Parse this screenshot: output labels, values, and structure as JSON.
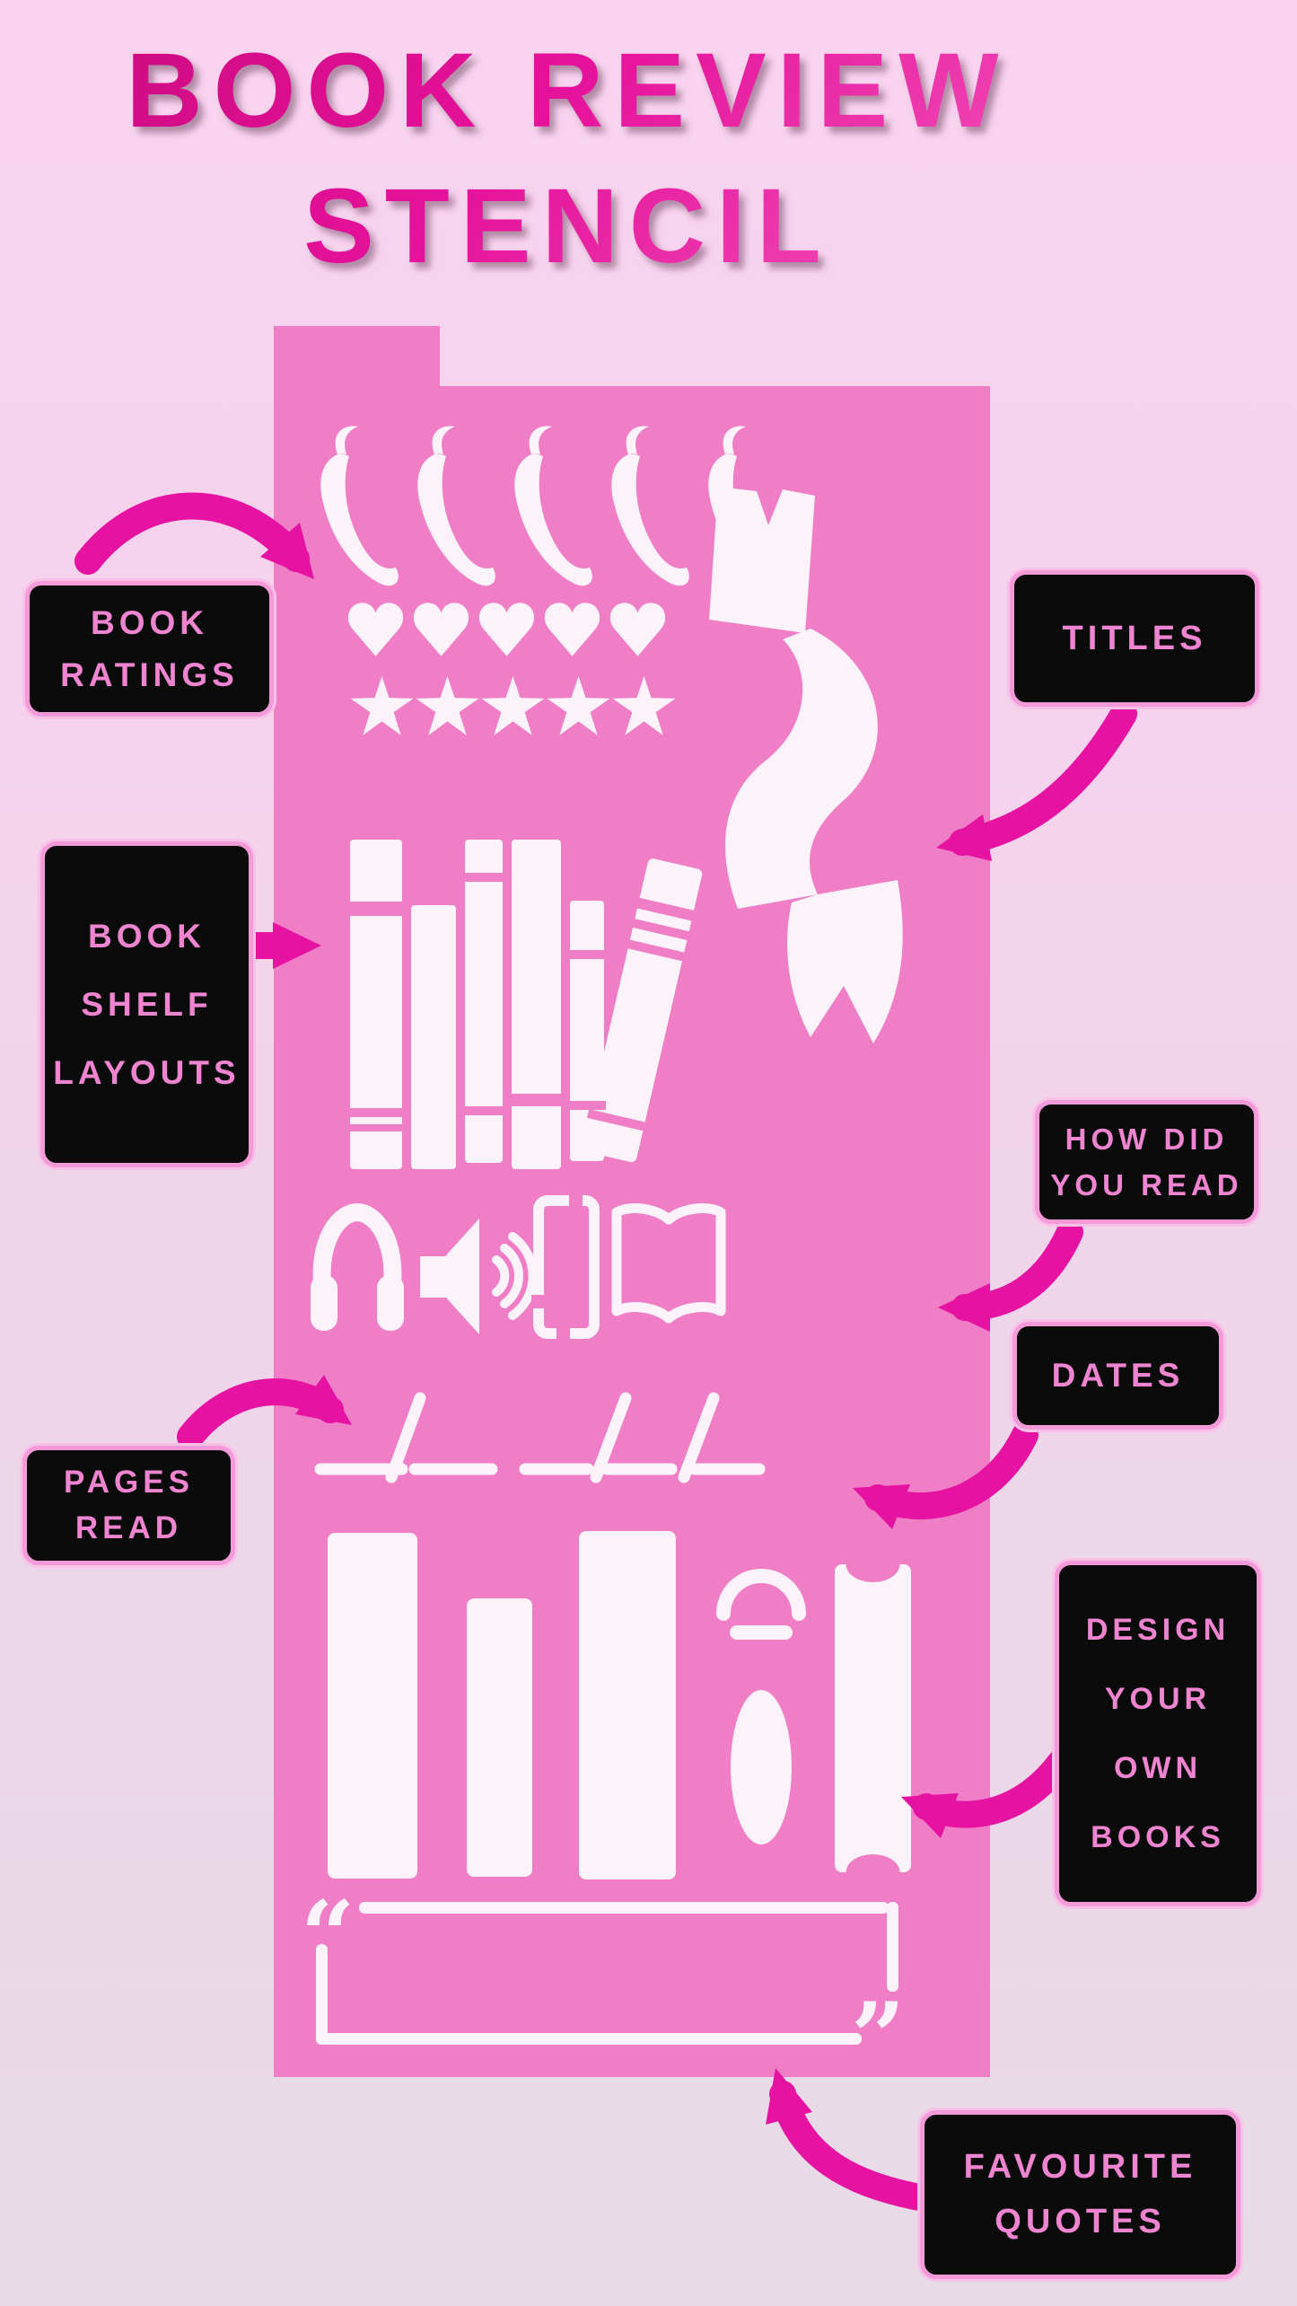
{
  "page": {
    "title_line1": "BOOK REVIEW",
    "title_line2": "STENCIL"
  },
  "labels": {
    "book_ratings": {
      "lines": [
        "BOOK",
        "RATINGS"
      ]
    },
    "titles": {
      "lines": [
        "TITLES"
      ]
    },
    "book_shelf_layouts": {
      "lines": [
        "BOOK",
        "SHELF",
        "LAYOUTS"
      ]
    },
    "how_did_you_read": {
      "lines": [
        "HOW DID",
        "YOU READ"
      ]
    },
    "pages_read": {
      "lines": [
        "PAGES",
        "READ"
      ]
    },
    "dates": {
      "lines": [
        "DATES"
      ]
    },
    "design_your_own_books": {
      "lines": [
        "DESIGN",
        "YOUR",
        "OWN",
        "BOOKS"
      ]
    },
    "favourite_quotes": {
      "lines": [
        "FAVOURITE",
        "QUOTES"
      ]
    }
  },
  "stencil": {
    "ratings": {
      "peppers": {
        "icon": "chili-pepper-icon",
        "count": 5
      },
      "hearts": {
        "icon": "heart-icon",
        "count": 5
      },
      "stars": {
        "icon": "star-icon",
        "count": 5
      }
    },
    "shapes": [
      "title-banner-ribbon",
      "bookshelf-spines",
      "tilted-book",
      "headphones-icon",
      "speaker-icon",
      "tablet-icon",
      "open-book-icon",
      "pages-read-lines",
      "date-lines",
      "book-bars",
      "arc",
      "dash",
      "oval",
      "book-cover-blank",
      "quote-frame"
    ],
    "quote_open": "“",
    "quote_close": "”"
  },
  "arrows": [
    {
      "from": "book-ratings",
      "to": "rating-symbols"
    },
    {
      "from": "titles",
      "to": "banner-ribbon"
    },
    {
      "from": "book-shelf-layouts",
      "to": "bookshelf"
    },
    {
      "from": "how-did-you-read",
      "to": "reading-format-icons"
    },
    {
      "from": "pages-read",
      "to": "pages-read-lines"
    },
    {
      "from": "dates",
      "to": "date-lines"
    },
    {
      "from": "design-your-own-books",
      "to": "book-cover-blank"
    },
    {
      "from": "favourite-quotes",
      "to": "quote-frame"
    }
  ],
  "colors": {
    "background_top": "#f8d4ee",
    "background_bottom": "#e7dbe5",
    "sheet": "#ef7ec7",
    "stencil_shapes": "#fcf3fa",
    "arrow": "#e612a2",
    "label_bg": "#0b0b0b",
    "label_border": "#f49ad9",
    "label_text": "#ef84d1",
    "title_dark": "#c9097c",
    "title_bright": "#f55fc0"
  }
}
